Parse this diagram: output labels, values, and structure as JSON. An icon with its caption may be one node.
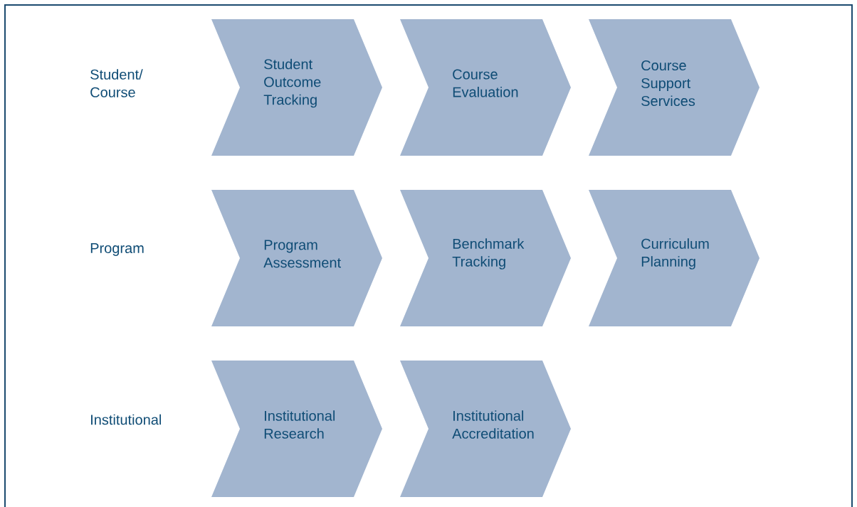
{
  "diagram": {
    "nodes": [
      {
        "text": [
          "Student Outcome Tracking"
        ]
      },
      {
        "text": [
          "Course Evaluation"
        ]
      },
      {
        "text": [
          "Course Support Services"
        ]
      },
      {
        "text": [
          "Program Assessment"
        ]
      },
      {
        "text": [
          "Benchmark Tracking"
        ]
      },
      {
        "text": [
          "Curriculum Planning"
        ]
      },
      {
        "text": [
          "Institutional Research"
        ]
      },
      {
        "text": [
          "Institutional Accreditation"
        ]
      }
    ],
    "labels": [
      "Student/ Course",
      "Program",
      "Institutional"
    ]
  }
}
